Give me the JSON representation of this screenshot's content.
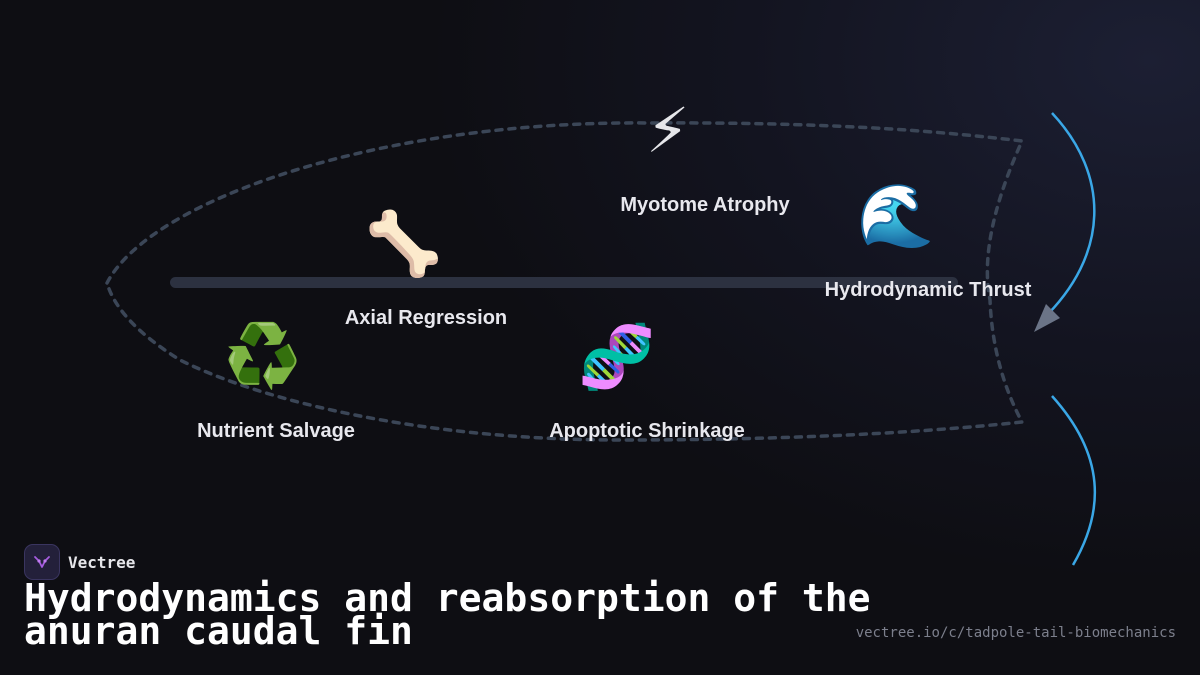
{
  "diagram": {
    "nodes": [
      {
        "id": "myotome",
        "icon": "lightning-icon",
        "emoji": "⚡",
        "label": "Myotome Atrophy"
      },
      {
        "id": "hydro",
        "icon": "wave-icon",
        "emoji": "🌊",
        "label": "Hydrodynamic Thrust"
      },
      {
        "id": "axial",
        "icon": "bone-icon",
        "emoji": "🦴",
        "label": "Axial Regression"
      },
      {
        "id": "nutrient",
        "icon": "recycle-icon",
        "emoji": "♻️",
        "label": "Nutrient Salvage"
      },
      {
        "id": "apoptotic",
        "icon": "dna-icon",
        "emoji": "🧬",
        "label": "Apoptotic Shrinkage"
      }
    ],
    "colors": {
      "outline": "#3b4657",
      "spine": "#2c3140",
      "thrust_arc": "#3aa7e6",
      "arrow_head": "#6b7487"
    }
  },
  "brand": {
    "name": "Vectree",
    "logo_icon": "vectree-logo-icon"
  },
  "title": "Hydrodynamics and reabsorption of the anuran caudal fin",
  "url": "vectree.io/c/tadpole-tail-biomechanics"
}
